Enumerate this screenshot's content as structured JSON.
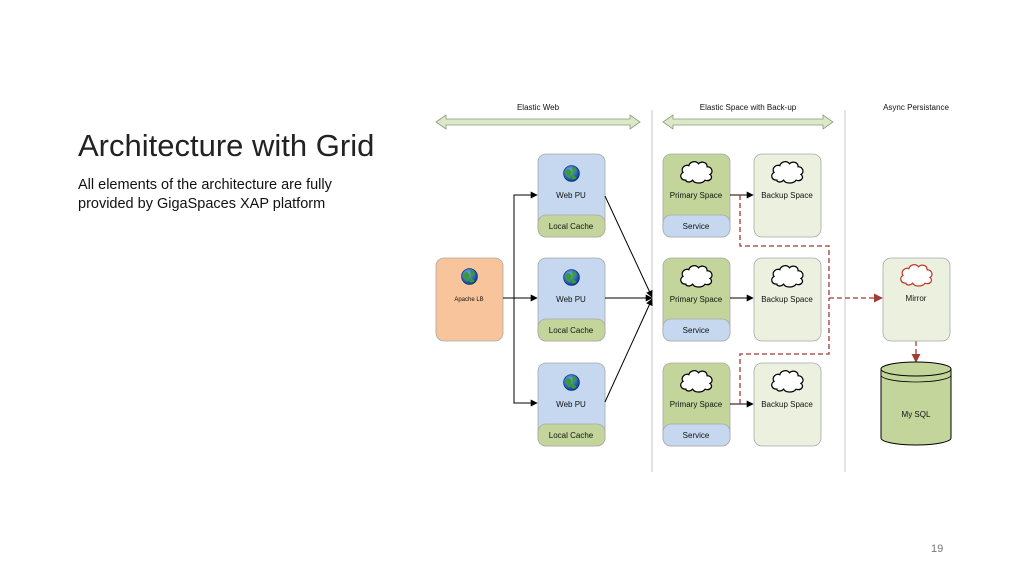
{
  "slide": {
    "title": "Architecture with Grid",
    "body_lines": [
      "All elements of the architecture are fully",
      "provided by GigaSpaces XAP platform"
    ],
    "page_number": "19"
  },
  "diagram": {
    "sections": {
      "elastic_web": "Elastic Web",
      "elastic_space": "Elastic Space with Back-up",
      "async_persistance": "Async Persistance"
    },
    "load_balancer": {
      "label": "Apache LB",
      "icon": "globe-icon"
    },
    "web_pus": [
      {
        "label": "Web PU",
        "cache": "Local Cache",
        "icon": "globe-icon"
      },
      {
        "label": "Web PU",
        "cache": "Local Cache",
        "icon": "globe-icon"
      },
      {
        "label": "Web PU",
        "cache": "Local Cache",
        "icon": "globe-icon"
      }
    ],
    "primary_spaces": [
      {
        "label": "Primary Space",
        "service": "Service",
        "icon": "cloud-icon"
      },
      {
        "label": "Primary Space",
        "service": "Service",
        "icon": "cloud-icon"
      },
      {
        "label": "Primary Space",
        "service": "Service",
        "icon": "cloud-icon"
      }
    ],
    "backup_spaces": [
      {
        "label": "Backup Space",
        "icon": "cloud-icon"
      },
      {
        "label": "Backup Space",
        "icon": "cloud-icon"
      },
      {
        "label": "Backup Space",
        "icon": "cloud-icon"
      }
    ],
    "mirror": {
      "label": "Mirror",
      "icon": "cloud-icon"
    },
    "database": {
      "label": "My SQL",
      "icon": "database-icon"
    },
    "colors": {
      "lb_fill": "#f8c49b",
      "webpu_fill": "#c6d8ef",
      "cache_fill": "#c3d59b",
      "primary_fill": "#c3d59b",
      "service_fill": "#c6d8ef",
      "backup_fill": "#ebf1de",
      "db_fill": "#c3d59b",
      "async_arrow": "#a23b36",
      "range_arrow": "#dde8cb"
    }
  }
}
